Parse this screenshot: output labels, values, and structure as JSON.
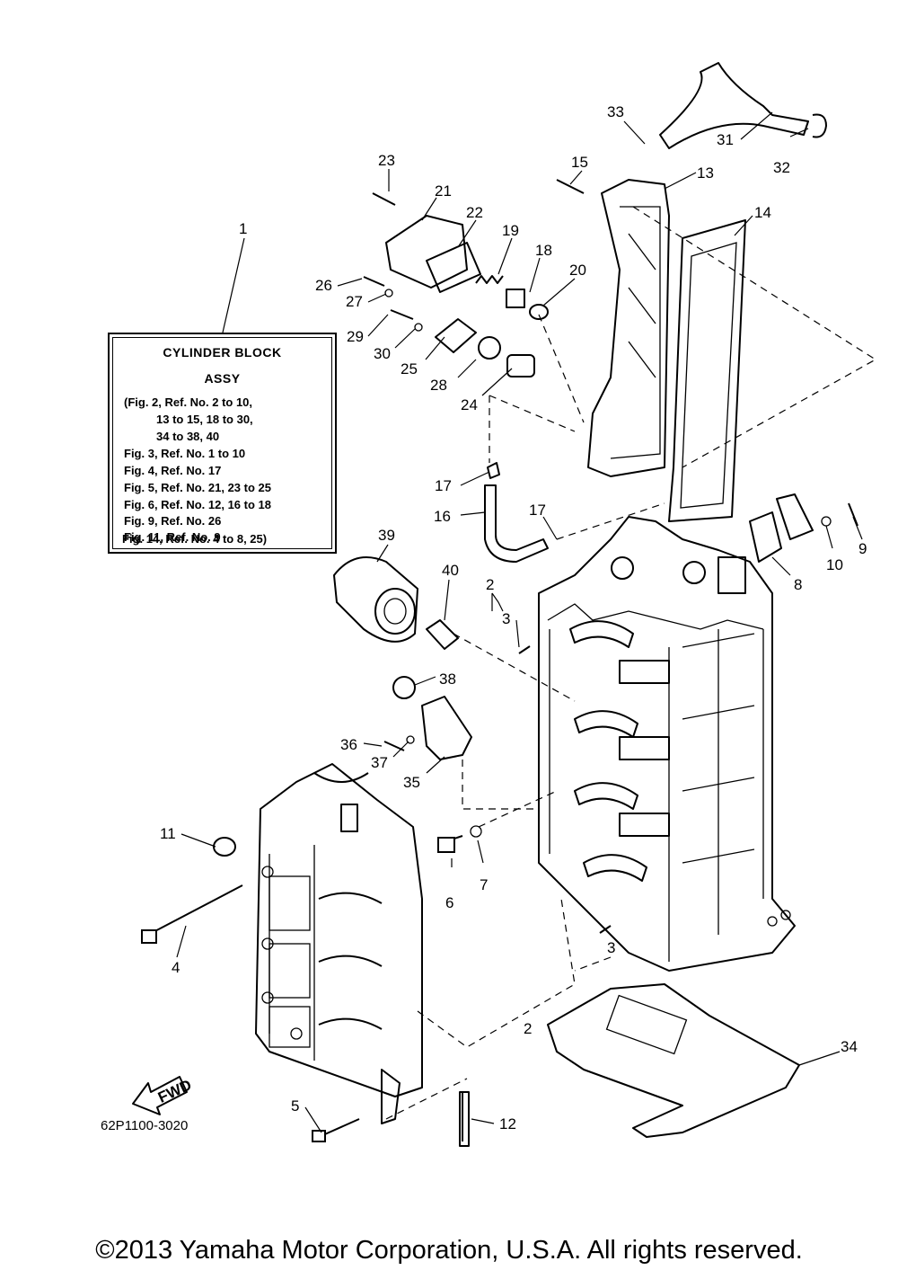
{
  "labels": [
    "1",
    "2",
    "3",
    "4",
    "5",
    "6",
    "7",
    "8",
    "9",
    "10",
    "11",
    "12",
    "13",
    "14",
    "15",
    "16",
    "17",
    "18",
    "19",
    "20",
    "21",
    "22",
    "23",
    "24",
    "25",
    "26",
    "27",
    "28",
    "29",
    "30",
    "31",
    "32",
    "33",
    "34",
    "35",
    "36",
    "37",
    "38",
    "39",
    "40"
  ],
  "info_box": {
    "title_line1": "CYLINDER BLOCK",
    "title_line2": "ASSY",
    "lines": [
      "(Fig. 2, Ref. No. 2 to 10,",
      "13 to 15, 18 to 30,",
      "34 to 38, 40",
      "Fig. 3, Ref. No. 1 to 10",
      "Fig. 4, Ref. No. 17",
      "Fig. 5, Ref. No. 21, 23 to 25",
      "Fig. 6, Ref. No. 12, 16 to 18",
      "Fig. 9, Ref. No. 26",
      "Fig. 11, Ref. No. 9",
      "Fig. 14, Ref. No. 4 to 8, 25)"
    ]
  },
  "fwd_label": "FWD",
  "diagram_code": "62P1100-3020",
  "copyright": "©2013 Yamaha Motor Corporation, U.S.A. All rights reserved."
}
